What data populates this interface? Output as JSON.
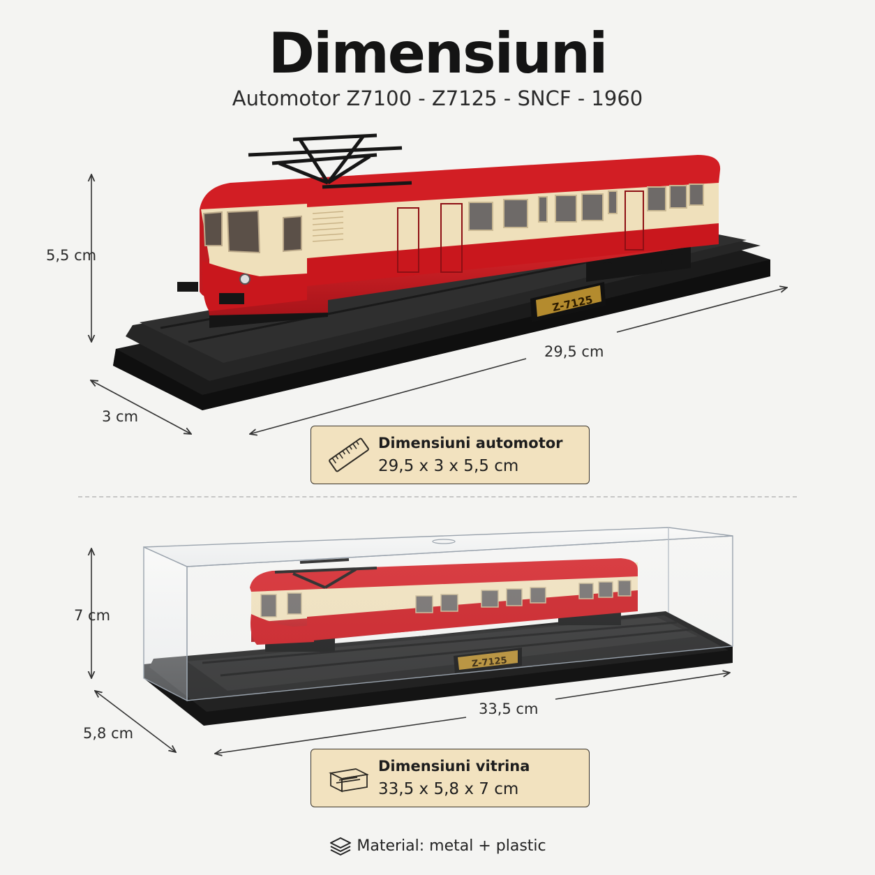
{
  "header": {
    "title": "Dimensiuni",
    "subtitle": "Automotor Z7100 - Z7125 - SNCF - 1960"
  },
  "model": {
    "dims": {
      "height": "5,5 cm",
      "length": "29,5 cm",
      "depth": "3 cm"
    },
    "info_title": "Dimensiuni automotor",
    "info_value": "29,5 x 3 x 5,5 cm",
    "icon": "ruler-icon",
    "plaque": "Z-7125",
    "livery": {
      "red": "#c9171d",
      "cream": "#efe0bb"
    }
  },
  "showcase": {
    "dims": {
      "height": "7 cm",
      "length": "33,5 cm",
      "depth": "5,8 cm"
    },
    "info_title": "Dimensiuni vitrina",
    "info_value": "33,5 x 5,8 x 7 cm",
    "icon": "display-case-icon",
    "plaque": "Z-7125"
  },
  "footer": {
    "material": "Material: metal + plastic",
    "icon": "layers-icon"
  },
  "colors": {
    "box_bg": "#f2e2bf",
    "box_border": "#3a342a",
    "text": "#1d1d1d"
  }
}
